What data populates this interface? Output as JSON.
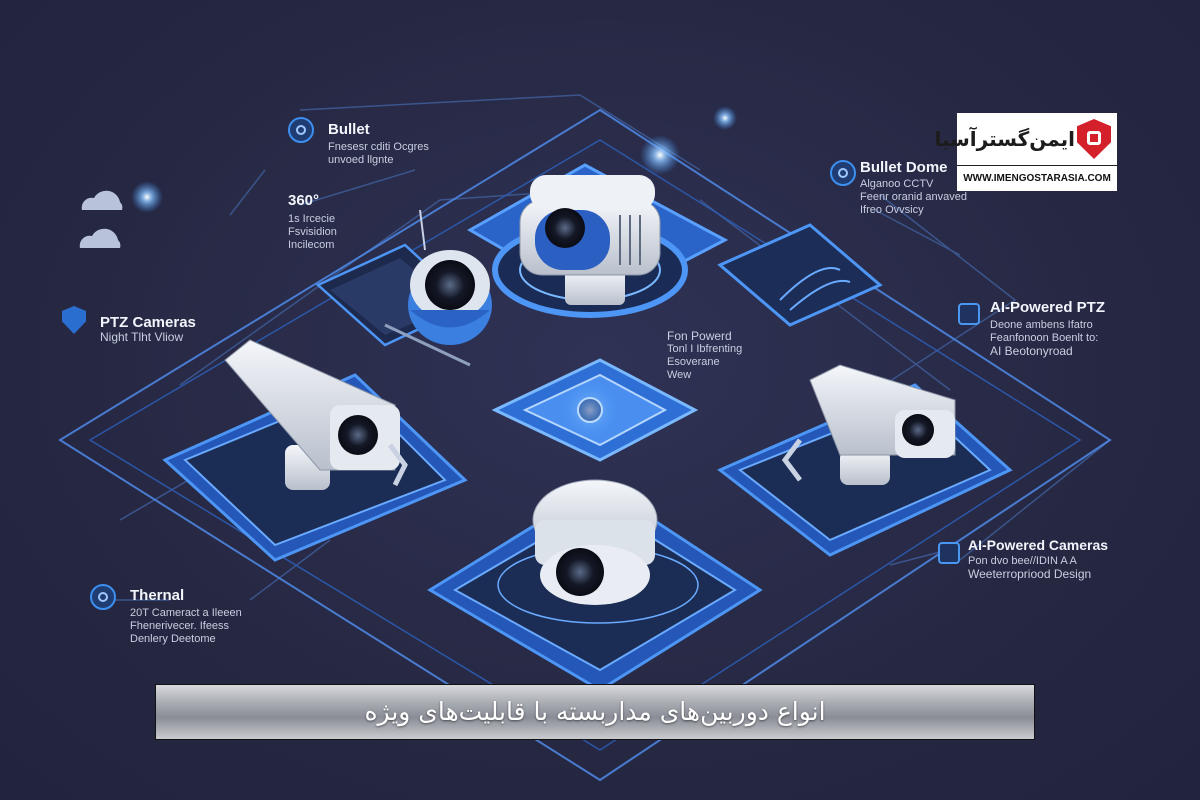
{
  "caption": "انواع دوربین‌های مداربسته با قابلیت‌های ویژه",
  "logo": {
    "brand": "ایمن‌گسترآسیا",
    "url": "WWW.IMENGOSTARASIA.COM"
  },
  "labels": {
    "bullet": {
      "title": "Bullet",
      "lines": [
        "Fnesesr cditi Ocgres",
        "unvoed llgnte"
      ]
    },
    "deg360": {
      "title": "360°",
      "lines": [
        "1s Ircecie",
        "Fsvisidion",
        "Incilecom"
      ]
    },
    "ptz": {
      "title": "PTZ Cameras",
      "lines": [
        "Night Tlht Vliow"
      ]
    },
    "thermal": {
      "title": "Thernal",
      "lines": [
        "20T Cameract a Ileeen",
        "Fhenerivecer. Ifeess",
        "Denlery Deetome"
      ]
    },
    "bullet_dome": {
      "title": "Bullet Dome",
      "lines": [
        "Alganoo CCTV",
        "Feenr oranid anvaved",
        "Ifreo Ovvsicy"
      ]
    },
    "ai_ptz": {
      "title": "AI-Powered PTZ",
      "lines": [
        "Deone ambens Ifatro",
        "Feanfonoon Boenlt to:",
        "AI Beotonyroad"
      ]
    },
    "center": {
      "lines": [
        "Fon Powerd",
        "Tonl I Ibfrenting",
        "Esoverane",
        "Wew"
      ]
    },
    "ai_cameras": {
      "title": "AI-Powered Cameras",
      "lines": [
        "Pon dvo bee//IDIN A A",
        "Weeterropriood Design"
      ]
    }
  },
  "colors": {
    "background": "#262843",
    "accent": "#3d8ff0",
    "panel": "#2e6fd6",
    "logo_red": "#d3202a"
  }
}
